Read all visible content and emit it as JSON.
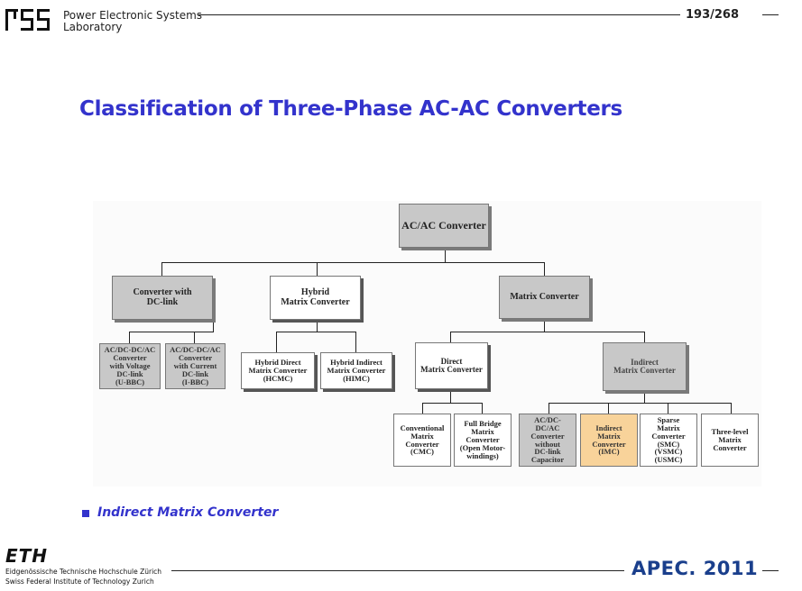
{
  "header": {
    "lab_line1": "Power Electronic Systems",
    "lab_line2": "Laboratory",
    "page_number": "193/268"
  },
  "slide": {
    "title": "Classification of Three-Phase AC-AC Converters",
    "bullet": "Indirect Matrix Converter"
  },
  "diagram": {
    "root": "AC/AC Converter",
    "dclink": "Converter with\nDC-link",
    "hybrid": "Hybrid\nMatrix Converter",
    "matrix": "Matrix Converter",
    "ubbc": "AC/DC-DC/AC\nConverter\nwith Voltage\nDC-link\n(U-BBC)",
    "ibbc": "AC/DC-DC/AC\nConverter\nwith Current\nDC-link\n(I-BBC)",
    "hcmc": "Hybrid Direct\nMatrix Converter\n(HCMC)",
    "himc": "Hybrid Indirect\nMatrix Converter\n(HIMC)",
    "direct": "Direct\nMatrix Converter",
    "indirect": "Indirect\nMatrix Converter",
    "cmc": "Conventional\nMatrix\nConverter\n(CMC)",
    "fullbridge": "Full Bridge\nMatrix\nConverter\n(Open Motor-\nwindings)",
    "nocap": "AC/DC-\nDC/AC\nConverter\nwithout\nDC-link\nCapacitor",
    "imc": "Indirect\nMatrix\nConverter\n(IMC)",
    "smc": "Sparse\nMatrix\nConverter\n(SMC)\n(VSMC)\n(USMC)",
    "threelevel": "Three-level\nMatrix\nConverter"
  },
  "colors": {
    "title_blue": "#3333cc",
    "box_gray": "#c8c8c8",
    "highlight_orange": "#f8d39a",
    "apec_blue": "#1a3f8c"
  },
  "footer": {
    "eth_logo": "ETH",
    "eth_line1": "Eidgenössische Technische Hochschule Zürich",
    "eth_line2": "Swiss Federal Institute of Technology Zurich",
    "apec": "APEC. 2011"
  }
}
